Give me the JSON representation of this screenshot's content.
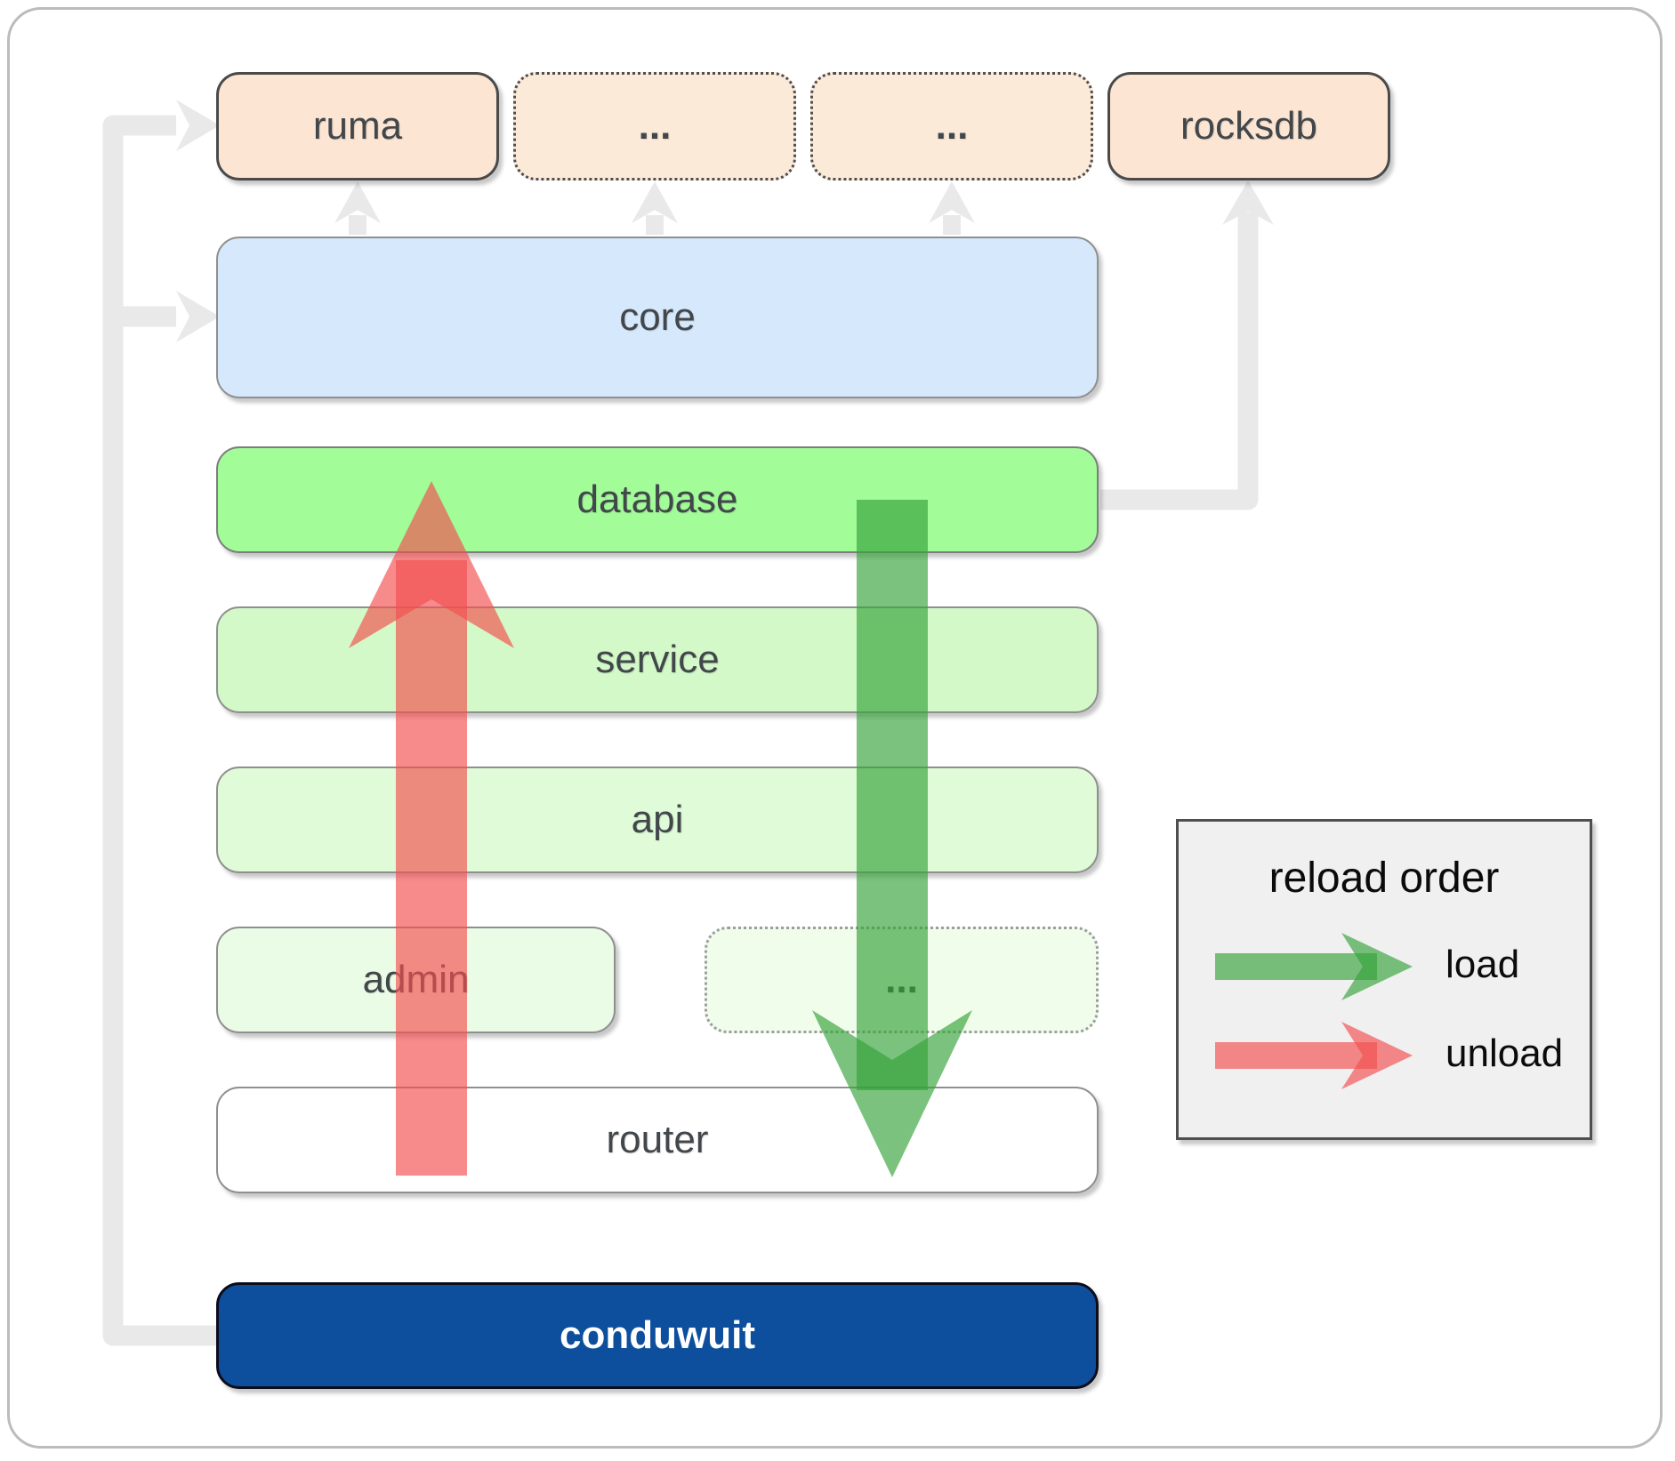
{
  "boxes": {
    "ruma": {
      "label": "ruma"
    },
    "deps_more_1": {
      "label": "..."
    },
    "deps_more_2": {
      "label": "..."
    },
    "rocksdb": {
      "label": "rocksdb"
    },
    "core": {
      "label": "core"
    },
    "database": {
      "label": "database"
    },
    "service": {
      "label": "service"
    },
    "api": {
      "label": "api"
    },
    "admin": {
      "label": "admin"
    },
    "admin_more": {
      "label": "..."
    },
    "router": {
      "label": "router"
    },
    "conduwuit": {
      "label": "conduwuit"
    }
  },
  "legend": {
    "title": "reload order",
    "items": [
      {
        "label": "load",
        "color": "#35a23a"
      },
      {
        "label": "unload",
        "color": "#f34f4f"
      }
    ]
  },
  "colors": {
    "load_arrow_green": "#35a23a",
    "unload_arrow_red": "#f34f4f",
    "dependency_line_gray": "#e9e9e9",
    "peach_fill": "#fce5d2",
    "core_blue_fill": "#d6e8fb",
    "database_green_fill": "#a2fc98",
    "service_green_fill": "#d3f9c8",
    "api_green_fill": "#dffbd7",
    "admin_green_fill": "#ebfce6",
    "conduwuit_blue_fill": "#0d4f9c",
    "legend_bg": "#f0f0f0"
  }
}
